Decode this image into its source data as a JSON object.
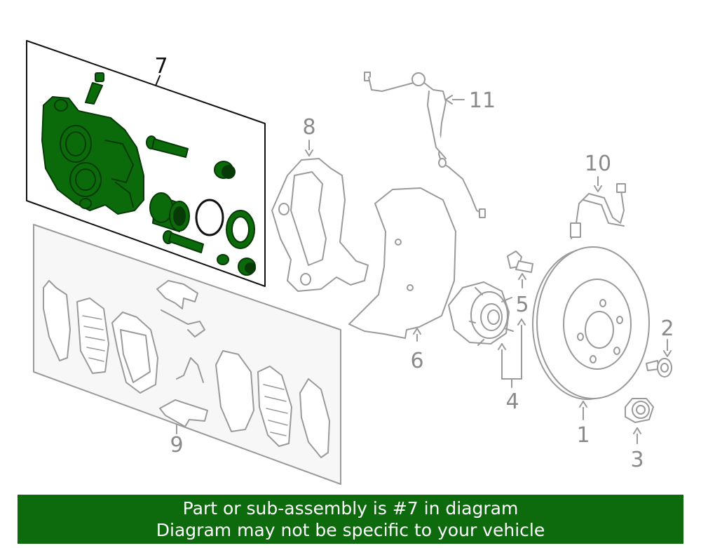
{
  "callouts": {
    "c1": "1",
    "c2": "2",
    "c3": "3",
    "c4": "4",
    "c5": "5",
    "c6": "6",
    "c7": "7",
    "c8": "8",
    "c9": "9",
    "c10": "10",
    "c11": "11"
  },
  "highlighted_part": "7",
  "colors": {
    "highlight": "#0b6b0b",
    "outline": "#9a9a9a",
    "banner": "#0d6b0d"
  },
  "banner": {
    "line1": "Part or sub-assembly is #7 in diagram",
    "line2": "Diagram may not be specific to your vehicle"
  }
}
